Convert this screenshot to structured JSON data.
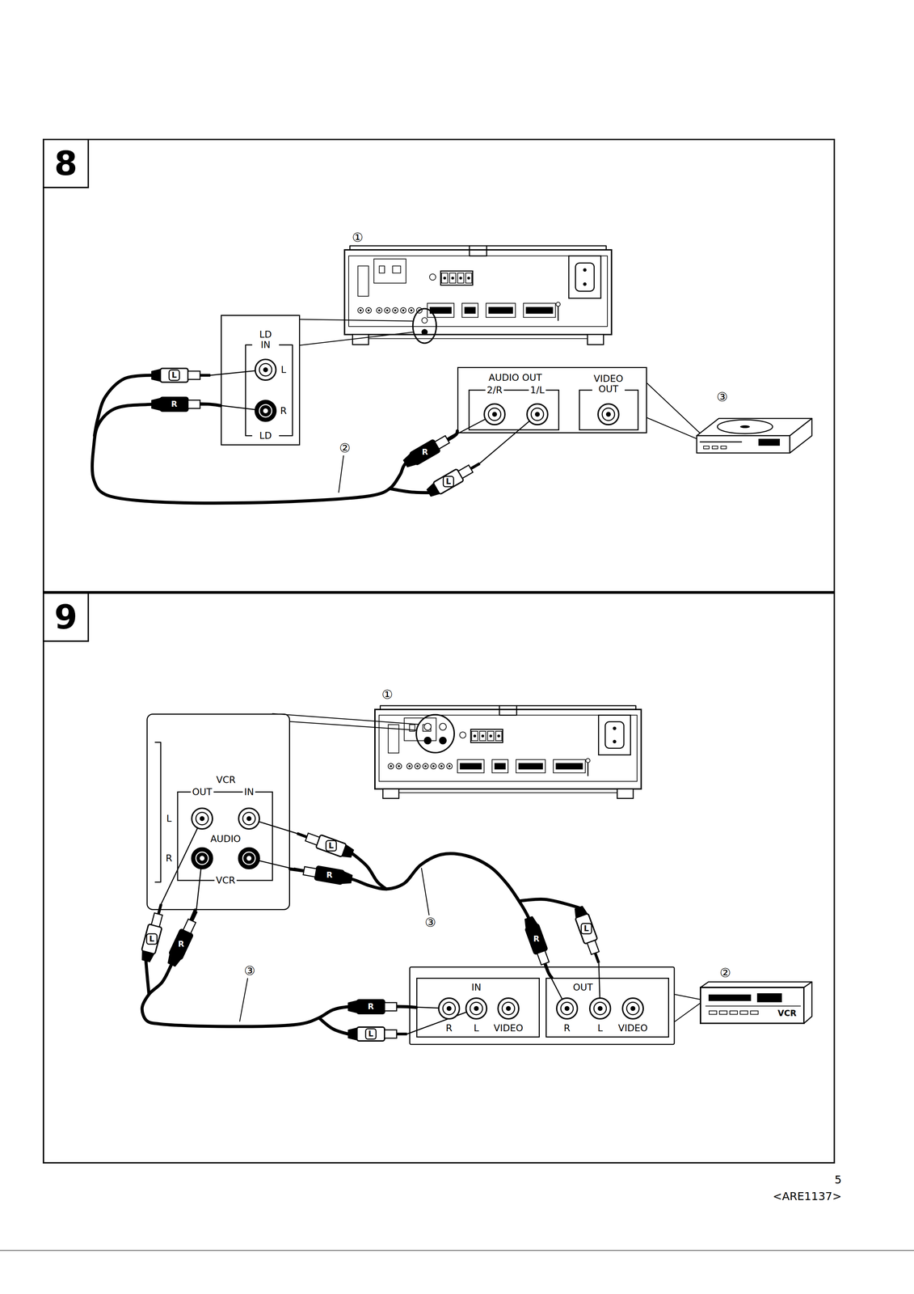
{
  "diagram": {
    "nodes": [
      {
        "text": [
          "8"
        ]
      },
      {
        "text": [
          "LD IN",
          "L",
          "R",
          "LD"
        ],
        "in": 0
      },
      {
        "text": [
          "AUDIO OUT",
          "2/R",
          "1/L",
          "VIDEO OUT"
        ],
        "in": 0
      },
      {
        "text": [
          "9"
        ]
      },
      {
        "text": [
          "VCR",
          "OUT",
          "IN",
          "L",
          "AUDIO",
          "R",
          "VCR"
        ],
        "in": 3
      },
      {
        "text": [
          "IN",
          "R",
          "L",
          "VIDEO"
        ],
        "in": 3
      },
      {
        "text": [
          "OUT",
          "R",
          "L",
          "VIDEO"
        ],
        "in": 3
      }
    ],
    "edges": [
      {
        "from": 1,
        "to": 2,
        "arrow": "none",
        "label": "②"
      },
      {
        "from": 4,
        "to": 5,
        "arrow": "none",
        "label": "③"
      },
      {
        "from": 4,
        "to": 6,
        "arrow": "none",
        "label": "③"
      }
    ],
    "labels": [
      "①",
      "L",
      "R",
      "R",
      "L",
      "③",
      "①",
      "L",
      "R",
      "R",
      "L",
      "L",
      "R",
      "R",
      "L",
      "②",
      "VCR",
      "5",
      "<ARE1137>"
    ]
  }
}
